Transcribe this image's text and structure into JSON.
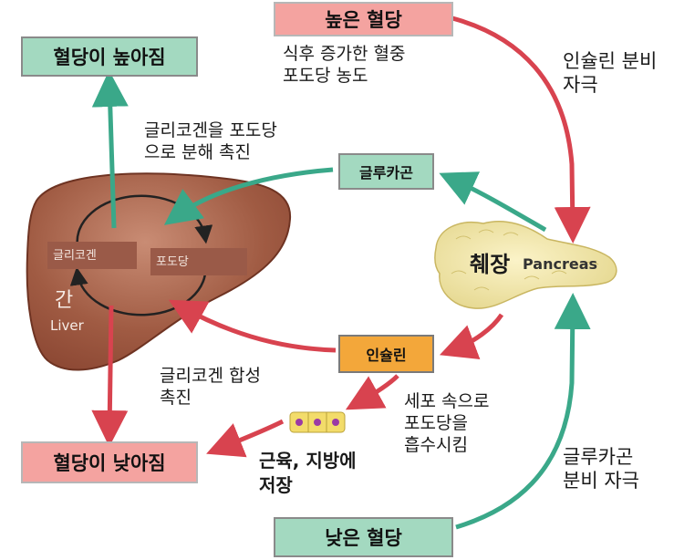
{
  "boxes": {
    "high_sugar": "높은 혈당",
    "sugar_rises": "혈당이 높아짐",
    "glucagon": "글루카곤",
    "insulin": "인슐린",
    "sugar_falls": "혈당이 낮아짐",
    "low_sugar": "낮은 혈당"
  },
  "notes": {
    "meal": [
      "식후 증가한 혈중",
      "포도당 농도"
    ],
    "insulin_stim": [
      "인슐린 분비",
      "자극"
    ],
    "breakdown": [
      "글리코겐을 포도당",
      "으로 분해 촉진"
    ],
    "synthesis": [
      "글리코겐 합성",
      "촉진"
    ],
    "absorb": [
      "세포 속으로",
      "포도당을",
      "흡수시킴"
    ],
    "storage": [
      "근육, 지방에",
      "저장"
    ],
    "glucagon_stim": [
      "글루카곤",
      "분비 자극"
    ]
  },
  "liver": {
    "glycogen": "글리코겐",
    "glucose": "포도당",
    "name_ko": "간",
    "name_en": "Liver"
  },
  "pancreas": {
    "name_ko": "췌장",
    "name_en": "Pancreas"
  },
  "colors": {
    "red_arrow": "#d8434f",
    "green_arrow": "#3aa889",
    "liver": "#a05b43",
    "pancreas": "#f2e6a6"
  }
}
